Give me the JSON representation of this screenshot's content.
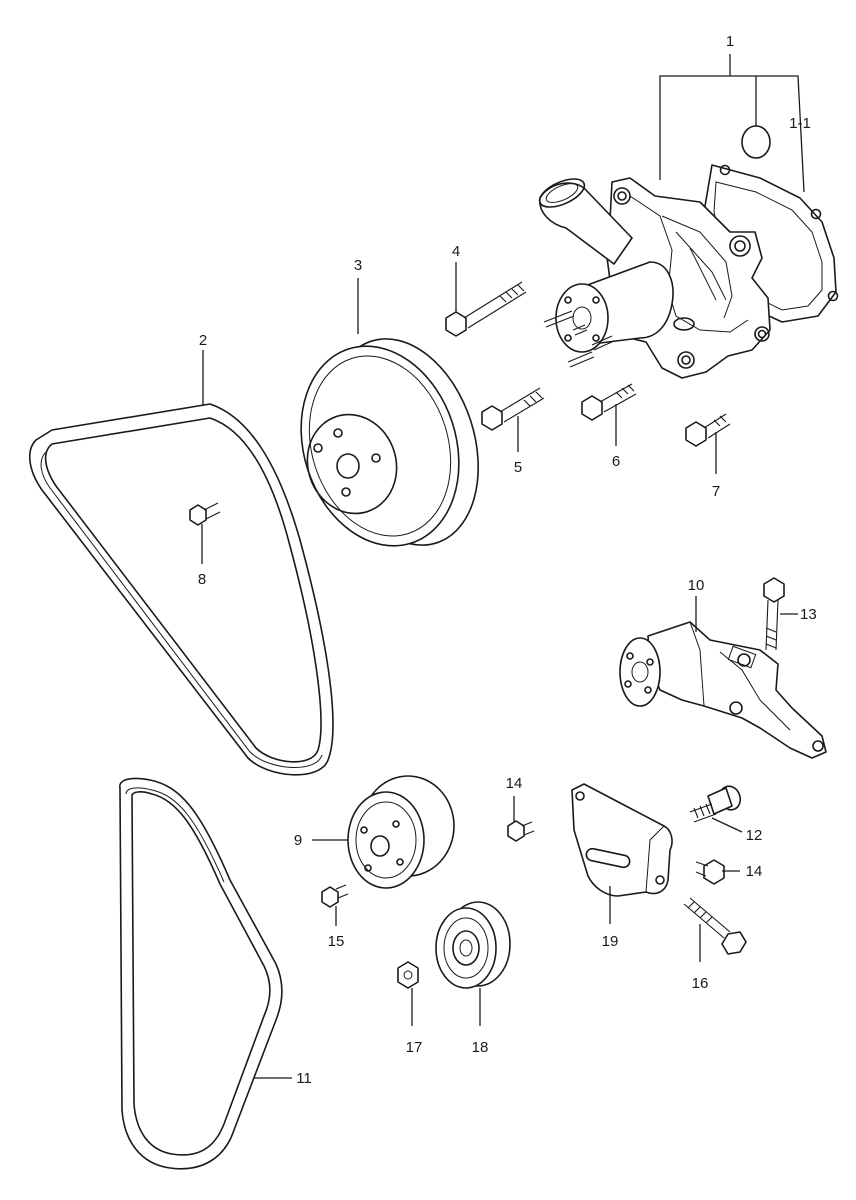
{
  "callouts": {
    "c1": "1",
    "c1_1": "1-1",
    "c2": "2",
    "c3": "3",
    "c4": "4",
    "c5": "5",
    "c6": "6",
    "c7": "7",
    "c8": "8",
    "c9": "9",
    "c10": "10",
    "c11": "11",
    "c12": "12",
    "c13": "13",
    "c14a": "14",
    "c14b": "14",
    "c15": "15",
    "c16": "16",
    "c17": "17",
    "c18": "18",
    "c19": "19"
  },
  "colors": {
    "line": "#1a1a1a",
    "background": "#ffffff"
  }
}
